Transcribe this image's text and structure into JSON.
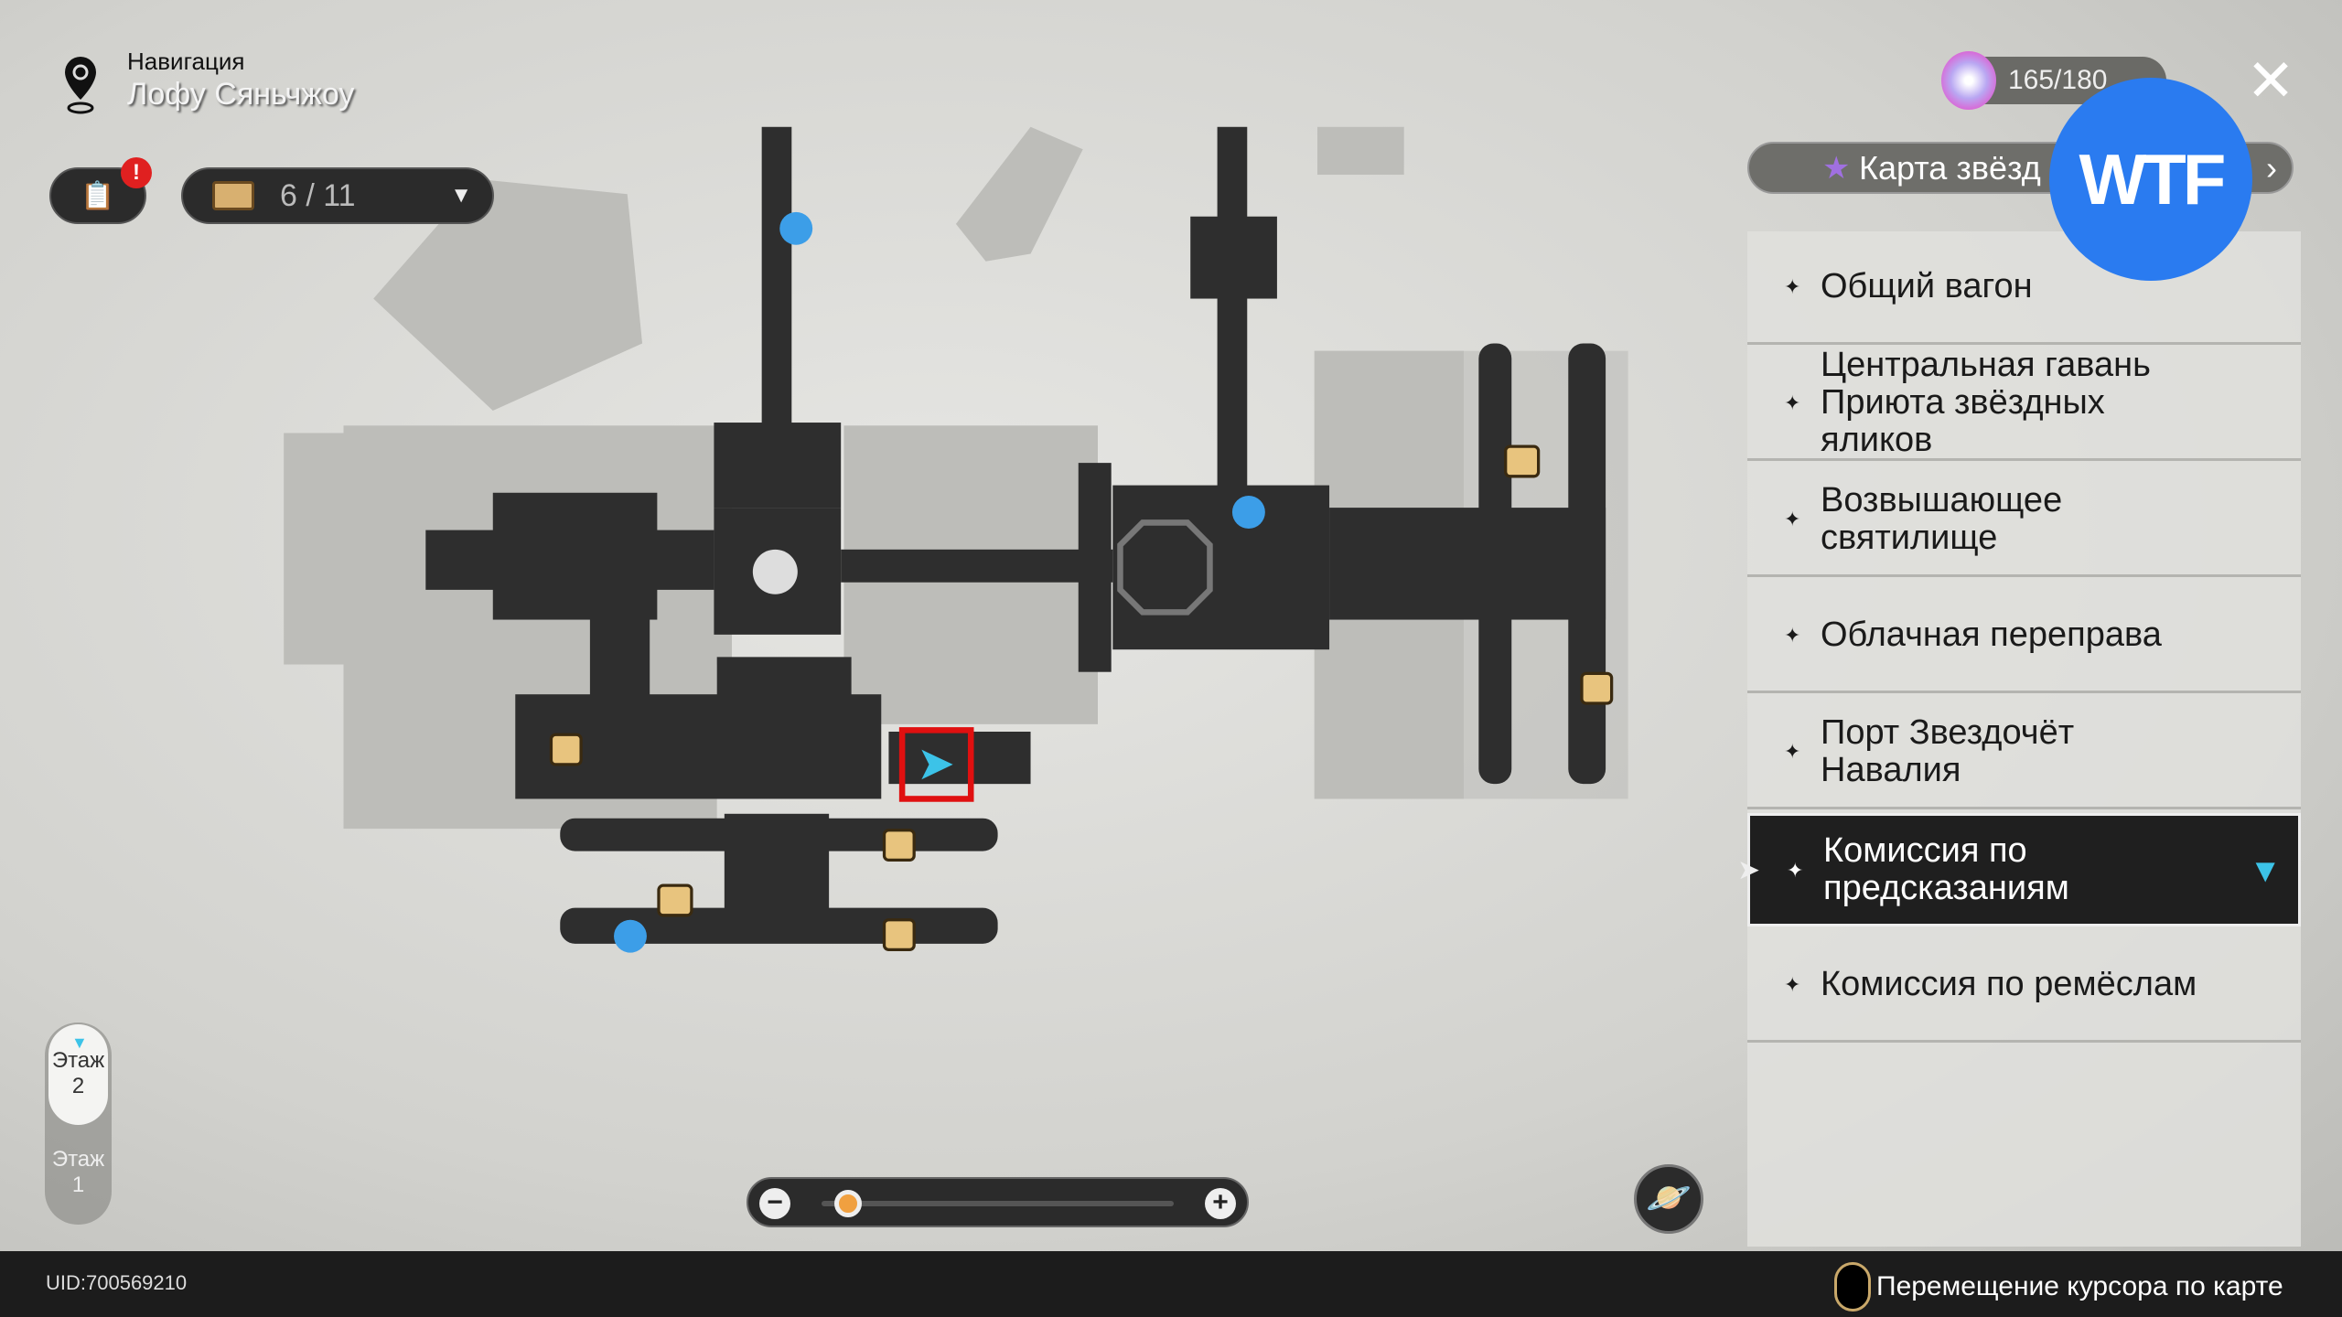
{
  "header": {
    "nav_title": "Навигация",
    "location": "Лофу Сяньчжоу"
  },
  "tasks": {
    "alert": "!"
  },
  "chest": {
    "count": "6 / 11"
  },
  "stamina": {
    "value": "165/180"
  },
  "star_map": {
    "label": "Карта звёзд"
  },
  "overlay_badge": "WTF",
  "areas": [
    {
      "label": "Общий вагон",
      "selected": false
    },
    {
      "label": "Центральная гавань Приюта звёздных яликов",
      "selected": false
    },
    {
      "label": "Возвышающее святилище",
      "selected": false
    },
    {
      "label": "Облачная переправа",
      "selected": false
    },
    {
      "label": "Порт Звездочёт Навалия",
      "selected": false
    },
    {
      "label": "Комиссия по предсказаниям",
      "selected": true
    },
    {
      "label": "Комиссия по ремёслам",
      "selected": false
    }
  ],
  "floors": [
    {
      "label": "Этаж 2",
      "active": true
    },
    {
      "label": "Этаж 1",
      "active": false
    }
  ],
  "zoom": {
    "level": 0.05
  },
  "footer": {
    "uid": "UID:700569210",
    "hint": "Перемещение курсора по карте"
  },
  "colors": {
    "accent": "#3cc3e8",
    "selection": "#e01010",
    "badge": "#2a7bf0"
  }
}
